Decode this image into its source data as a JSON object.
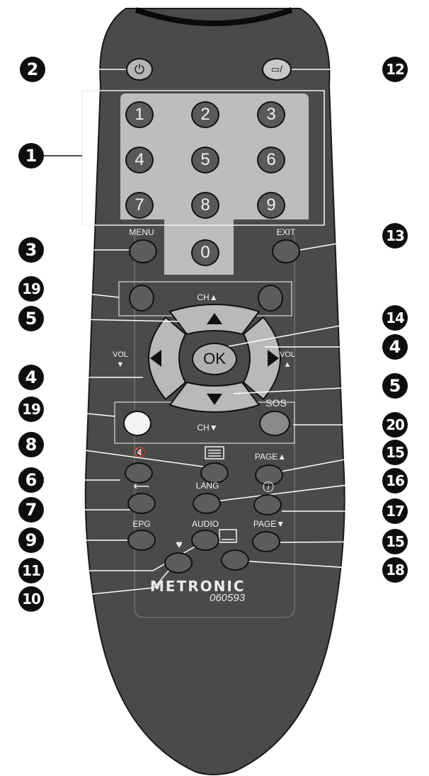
{
  "brand": "METRONIC",
  "model": "060593",
  "keypad": [
    "1",
    "2",
    "3",
    "4",
    "5",
    "6",
    "7",
    "8",
    "9",
    "0"
  ],
  "labels": {
    "menu": "MENU",
    "exit": "EXIT",
    "ch_up": "CH▲",
    "ch_down": "CH▼",
    "vol_left": "VOL",
    "vol_left_arrow": "▼",
    "vol_right": "VOL",
    "vol_right_arrow": "▲",
    "ok": "OK",
    "sos": "SOS",
    "page_up": "PAGE▲",
    "page_down": "PAGE▼",
    "lang": "LANG",
    "epg": "EPG",
    "audio": "AUDIO",
    "info": "i",
    "back": "⟵",
    "mute": "🔇",
    "favorite": "♥"
  },
  "callouts": {
    "c_power": "2",
    "c_switch": "12",
    "c_numbers": "1",
    "c_menu": "3",
    "c_exit": "13",
    "c_color_top": "19",
    "c_ch_up": "5",
    "c_ok": "14",
    "c_vol_right": "4",
    "c_vol_left": "4",
    "c_ch_down": "5",
    "c_color_bottom": "19",
    "c_sos": "20",
    "c_teletext": "8",
    "c_page_up": "15",
    "c_mute": "6",
    "c_lang": "16",
    "c_back": "7",
    "c_info": "17",
    "c_epg": "9",
    "c_page_down": "15",
    "c_audio": "11",
    "c_subtitle": "18",
    "c_favorite": "10"
  }
}
